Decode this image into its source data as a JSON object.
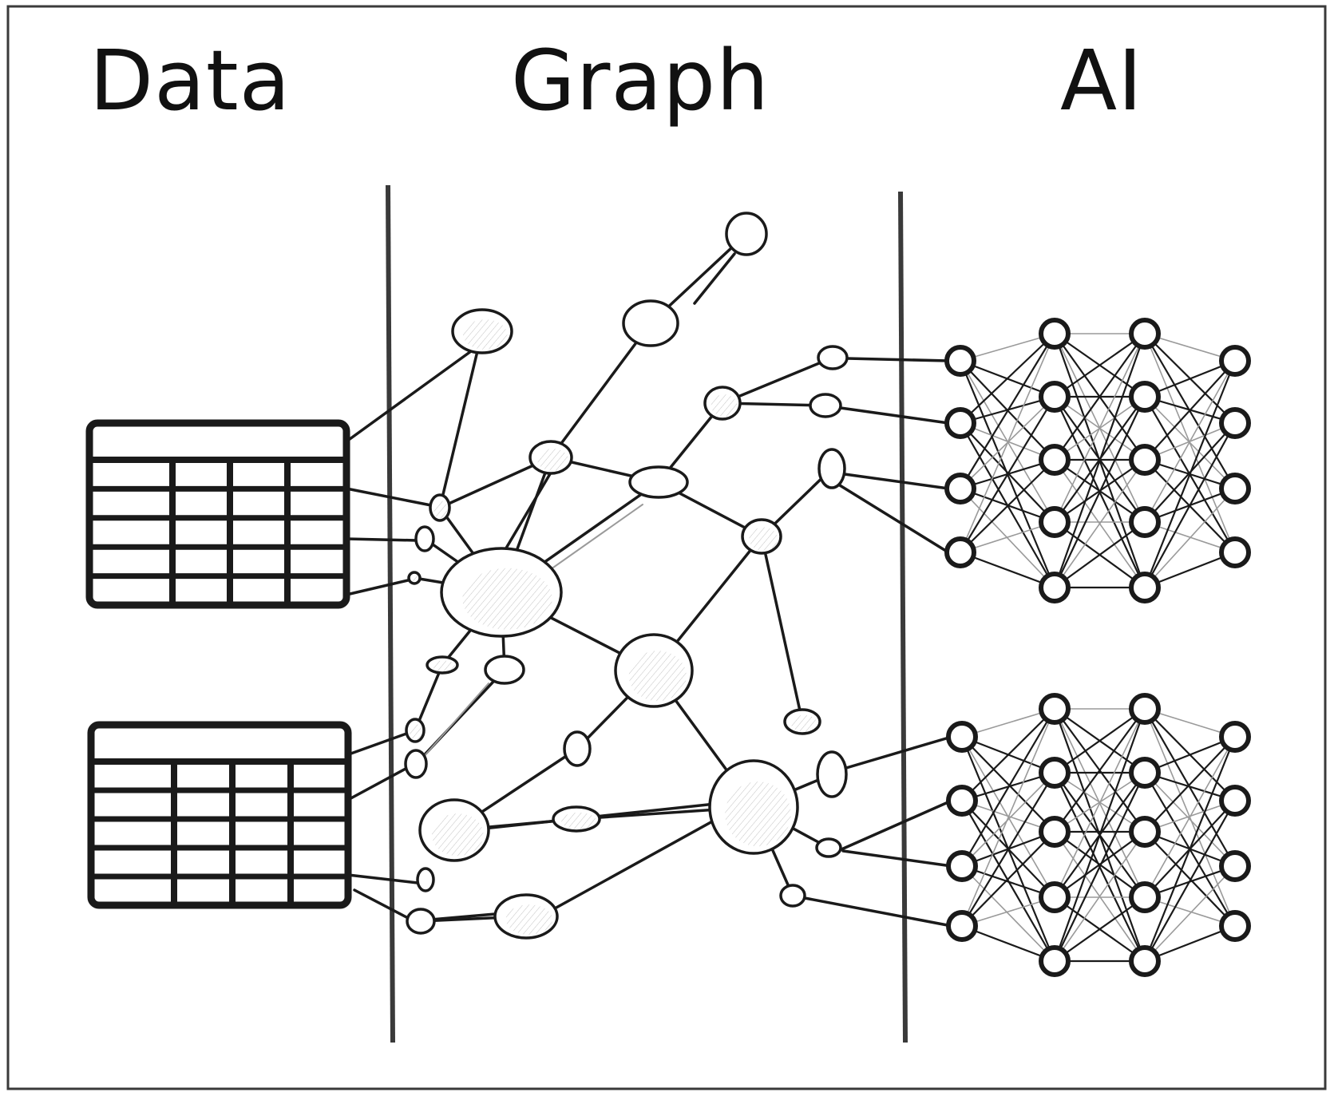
{
  "titles": {
    "data": "Data",
    "graph": "Graph",
    "ai": "AI"
  },
  "colors": {
    "ink": "#1a1a1a",
    "frame": "#3a3a3a",
    "light_edge": "#9a9a9a",
    "background": "#ffffff"
  }
}
